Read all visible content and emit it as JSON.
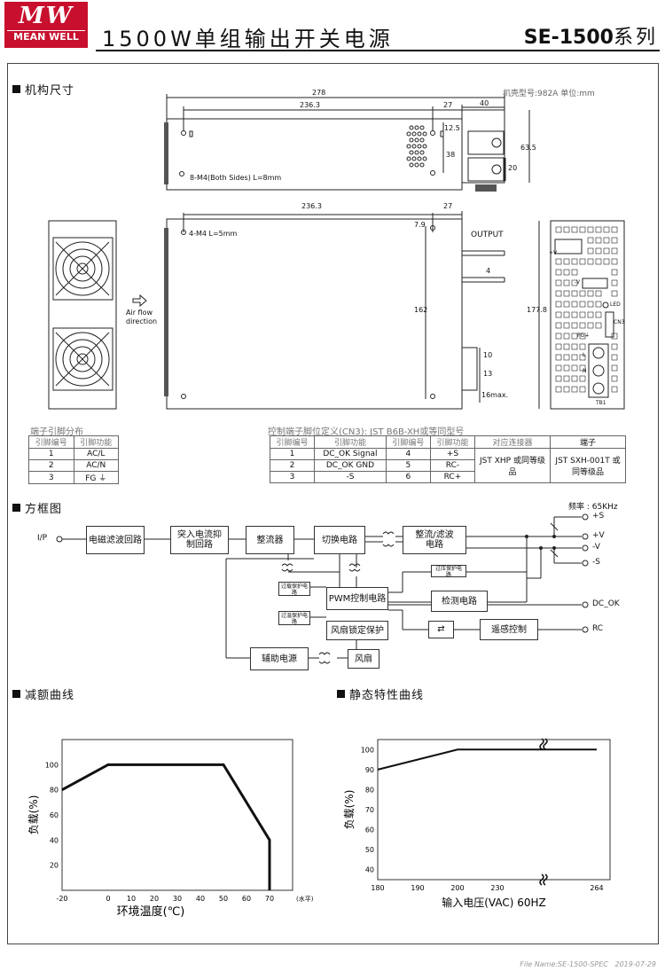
{
  "header": {
    "logo_top": "MW",
    "logo_bottom": "MEAN WELL",
    "title": "1500W单组输出开关电源",
    "model": "SE-1500",
    "series": "系列"
  },
  "mech": {
    "section_title": "机构尺寸",
    "case_info": "机壳型号:982A   单位:mm",
    "dims_top": [
      "278",
      "236.3",
      "27",
      "40",
      "12.5",
      "38",
      "20",
      "63.5"
    ],
    "screw_note_top": "8-M4(Both Sides) L=8mm",
    "dims_side": [
      "236.3",
      "27",
      "7.9",
      "162",
      "4",
      "10",
      "13",
      "16max.",
      "177.8"
    ],
    "screw_note_side": "4-M4 L=5mm",
    "output_label": "OUTPUT",
    "airflow": "Air flow direction",
    "front_labels": [
      "+V",
      "-V",
      "LED",
      "CN3",
      "TB1",
      "FG⏚",
      "L",
      "N"
    ]
  },
  "pin_table": {
    "title": "端子引脚分布",
    "headers": [
      "引脚编号",
      "引脚功能"
    ],
    "rows": [
      [
        "1",
        "AC/L"
      ],
      [
        "2",
        "AC/N"
      ],
      [
        "3",
        "FG ⏚"
      ]
    ]
  },
  "cn3_table": {
    "title": "控制端子脚位定义(CN3): JST B6B-XH或等同型号",
    "headers": [
      "引脚编号",
      "引脚功能",
      "引脚编号",
      "引脚功能",
      "对应连接器",
      "端子"
    ],
    "rows": [
      [
        "1",
        "DC_OK Signal",
        "4",
        "+S"
      ],
      [
        "2",
        "DC_OK GND",
        "5",
        "RC-"
      ],
      [
        "3",
        "-S",
        "6",
        "RC+"
      ]
    ],
    "connector": "JST XHP 或同等级品",
    "terminal": "JST SXH-001T 或同等级品"
  },
  "block": {
    "section_title": "方框图",
    "freq": "频率 : 65KHz",
    "input": "I/P",
    "boxes": {
      "emi": "电磁滤波回路",
      "inrush": "突入电流抑制回路",
      "rect": "整流器",
      "switch": "切换电路",
      "outrect": "整流/滤波电路",
      "pwm": "PWM控制电路",
      "detect": "检测电路",
      "fanlock": "风扇锁定保护",
      "remote": "遥感控制",
      "aux": "辅助电源",
      "fan": "风扇",
      "olp": "过载保护电路",
      "otp": "过温保护电路",
      "ovp": "过压保护电路"
    },
    "outputs": [
      "+S",
      "+V",
      "-V",
      "-S",
      "DC_OK",
      "RC"
    ]
  },
  "derating": {
    "section_title": "减额曲线",
    "chart_data": {
      "type": "line",
      "x": [
        -20,
        0,
        50,
        70,
        70
      ],
      "values": [
        80,
        100,
        100,
        40,
        0
      ],
      "xticks": [
        "-20",
        "0",
        "10",
        "20",
        "30",
        "40",
        "50",
        "60",
        "70"
      ],
      "yticks": [
        "20",
        "40",
        "60",
        "80",
        "100"
      ],
      "xlabel": "环境温度(℃)",
      "ylabel": "负载(%)",
      "xnote": "(水平)",
      "xlim": [
        -20,
        80
      ],
      "ylim": [
        0,
        120
      ]
    }
  },
  "static": {
    "section_title": "静态特性曲线",
    "chart_data": {
      "type": "line",
      "x": [
        180,
        200,
        264
      ],
      "values": [
        90,
        100,
        100
      ],
      "xticks": [
        "180",
        "190",
        "200",
        "230",
        "264"
      ],
      "yticks": [
        "40",
        "50",
        "60",
        "70",
        "80",
        "90",
        "100"
      ],
      "xlabel": "输入电压(VAC) 60HZ",
      "ylabel": "负载(%)",
      "ylim": [
        35,
        105
      ]
    }
  },
  "footer": "File Name:SE-1500-SPEC   2019-07-29"
}
